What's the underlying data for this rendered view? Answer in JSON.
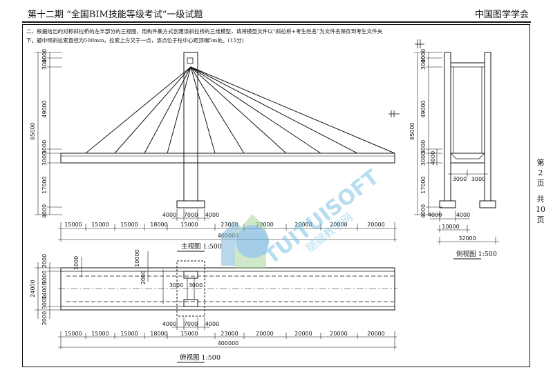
{
  "header": {
    "left": "第十二期 “全国BIM技能等级考试”一级试题",
    "right": "中国图学学会"
  },
  "question": "二、根据给出的对称斜拉桥的左半部分的三视图，用构件集方式创建该斜拉桥的三维模型，请将模型文件以“斜拉桥+考生姓名”为文件名保存到考生文件夹下。题中倾斜拉索直径为500mm，拉索上方交于一点，该点位于柱中心距顶端5m处。(15分)",
  "page_info": {
    "chars": [
      "第",
      "2",
      "页",
      "共",
      "10",
      "页"
    ]
  },
  "front_view": {
    "caption": "主视图 1:500",
    "left_dims": [
      "4000",
      "3000",
      "49000",
      "3000",
      "3000",
      "17000",
      "4000"
    ],
    "overall_left": "85000",
    "base_dims": [
      "4000",
      "7000",
      "4000"
    ],
    "span_dims": [
      "15000",
      "15000",
      "15000",
      "18000",
      "15000",
      "23000",
      "20000",
      "20000",
      "20000",
      "20000"
    ],
    "total": "400000"
  },
  "top_view": {
    "caption": "俯视图 1:500",
    "left_dims": [
      "2000",
      "3000",
      "14000",
      "3000",
      "2000"
    ],
    "overall_left": "24000",
    "inner_dims": [
      "1000",
      "10000",
      "2000",
      "3000",
      "3000"
    ],
    "base_dims": [
      "4000",
      "7000",
      "4000"
    ],
    "span_dims": [
      "15000",
      "15000",
      "15000",
      "18000",
      "15000",
      "23000",
      "20000",
      "20000",
      "20000",
      "20000"
    ],
    "total": "400000"
  },
  "side_view": {
    "caption": "侧视图 1:500",
    "left_dims": [
      "4000",
      "3000",
      "49000",
      "3000",
      "3000",
      "17000",
      "4000"
    ],
    "overall_left": "85000",
    "inner_dims": [
      "4000",
      "3000",
      "3000"
    ],
    "bottom_dims": [
      "4000",
      "4000",
      "10000",
      "32000"
    ]
  },
  "watermark": {
    "text": "TUITUISOFT",
    "subtext": "腿腿教学网"
  }
}
